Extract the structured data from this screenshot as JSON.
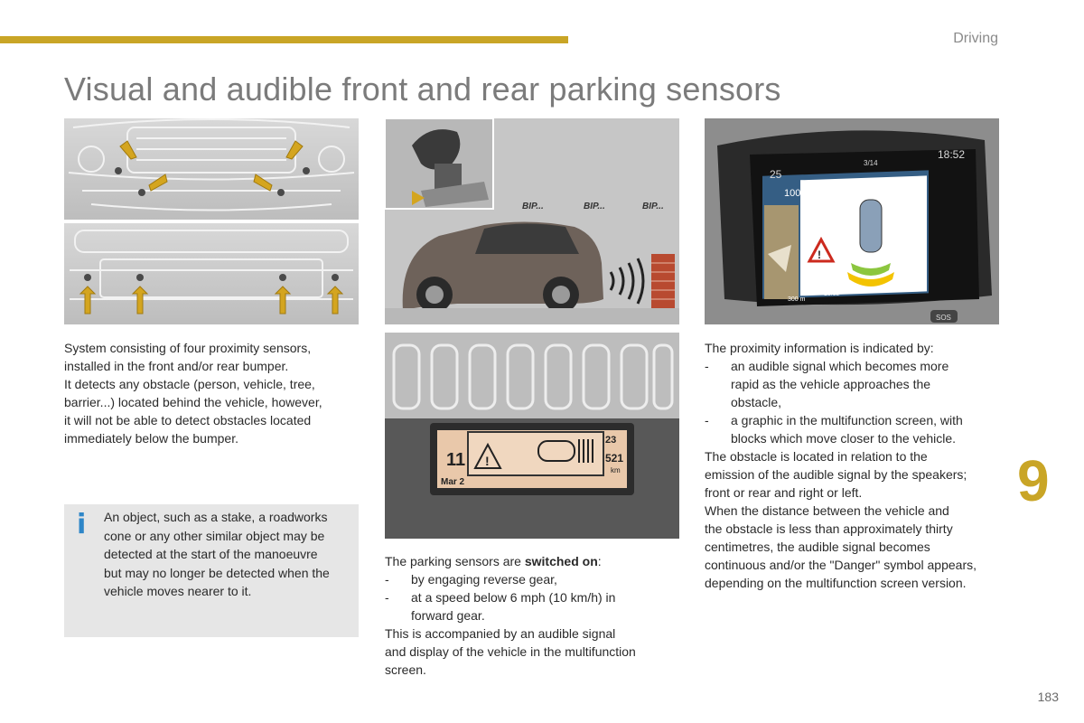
{
  "header": {
    "section": "Driving",
    "title": "Visual and audible front and rear parking sensors"
  },
  "chapter_number": "9",
  "page_number": "183",
  "illustrations": {
    "car": {
      "sound_labels": [
        "BIP...",
        "BIP...",
        "BIP..."
      ]
    },
    "instrument_display": {
      "top_value": "23",
      "left_value": "11",
      "date": "Mar 2",
      "right_value": "521",
      "unit": "km"
    },
    "multifunction_screen": {
      "temperature": "25",
      "track": "3/14",
      "clock": "18:52",
      "distance_top": "100m",
      "distance_bottom": "300 m",
      "clock_bottom": "18:52",
      "button": "SOS"
    }
  },
  "col1": {
    "lines": [
      "System consisting of four proximity sensors,",
      "installed in the front and/or rear bumper.",
      "It detects any obstacle (person, vehicle, tree,",
      "barrier...) located behind the vehicle, however,",
      "it will not be able to detect obstacles located",
      "immediately below the bumper."
    ],
    "info_icon": "i",
    "info_lines": [
      "An object, such as a stake, a roadworks",
      "cone or any other similar object may be",
      "detected at the start of the manoeuvre",
      "but may no longer be detected when the",
      "vehicle moves nearer to it."
    ]
  },
  "col2": {
    "intro_pre": "The parking sensors are ",
    "intro_bold": "switched on",
    "intro_post": ":",
    "items": [
      {
        "lines": [
          "by engaging reverse gear,"
        ]
      },
      {
        "lines": [
          "at a speed below 6 mph (10 km/h) in",
          "forward gear."
        ]
      }
    ],
    "outro_lines": [
      "This is accompanied by an audible signal",
      "and display of the vehicle in the multifunction",
      "screen."
    ]
  },
  "col3": {
    "intro": "The proximity information is indicated by:",
    "items": [
      {
        "lines": [
          "an audible signal which becomes more",
          "rapid as the vehicle approaches the",
          "obstacle,"
        ]
      },
      {
        "lines": [
          "a graphic in the multifunction screen, with",
          "blocks which move closer to the vehicle."
        ]
      }
    ],
    "para1_lines": [
      "The obstacle is located in relation to the",
      "emission of the audible signal by the speakers;",
      "front or rear and right or left."
    ],
    "para2_lines": [
      "When the distance between the vehicle and",
      "the obstacle is less than approximately thirty",
      "centimetres, the audible signal becomes",
      "continuous and/or the \"Danger\" symbol appears,",
      "depending on the multifunction screen version."
    ]
  }
}
